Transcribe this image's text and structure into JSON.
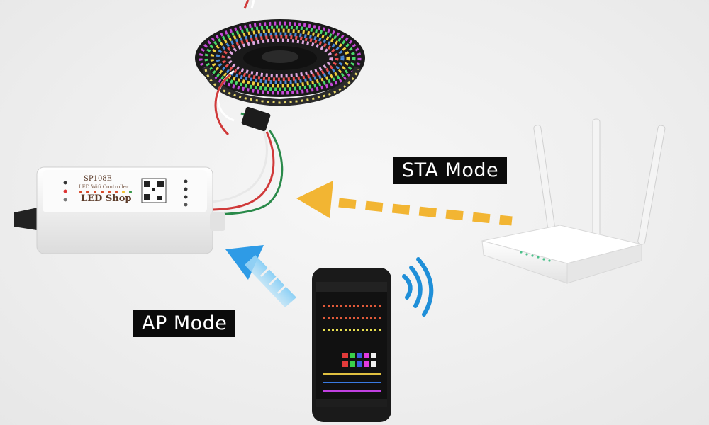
{
  "labels": {
    "sta": "STA Mode",
    "ap": "AP Mode"
  },
  "controller": {
    "model": "SP108E",
    "subtitle": "LED Wifi Controller",
    "brand": "LED Shop"
  },
  "colors": {
    "sta_arrow": "#f2b533",
    "ap_arrow": "#3aa6e8",
    "wifi_waves": "#1f8fd8",
    "label_bg": "#0b0b0b"
  },
  "icons": {
    "led_strip": "led-strip-reel-icon",
    "router": "wifi-router-icon",
    "phone": "smartphone-icon",
    "signal": "wifi-signal-icon"
  }
}
